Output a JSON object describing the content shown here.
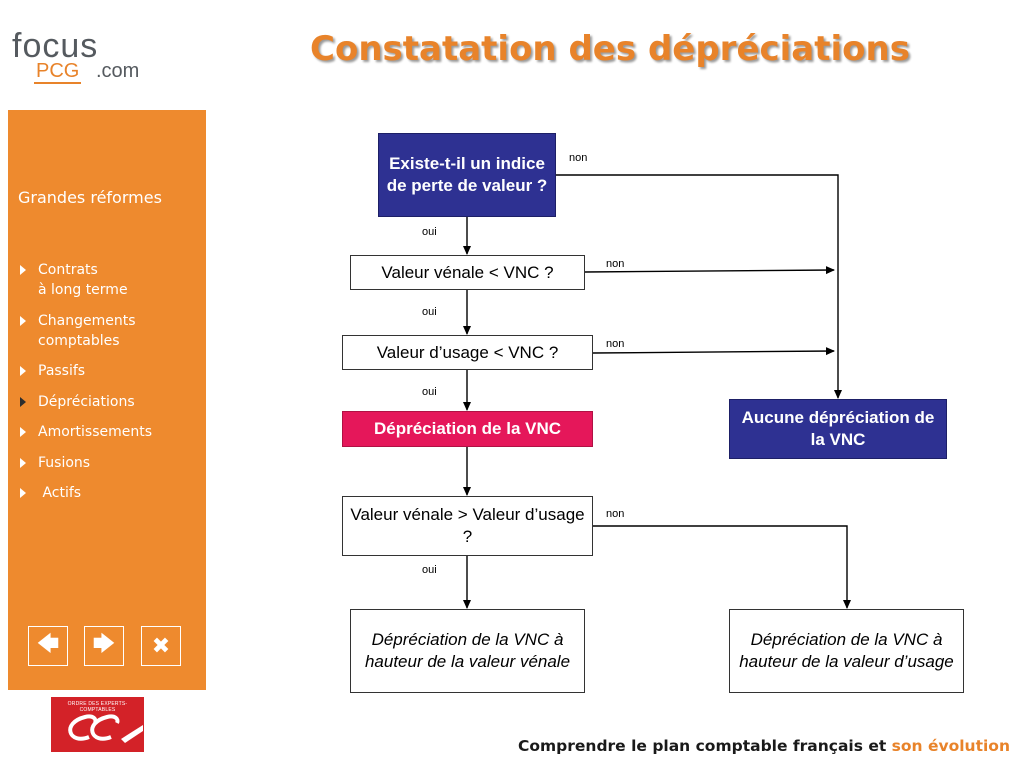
{
  "logo": {
    "brand_focus": "focus",
    "brand_pcg": "PCG",
    "brand_suffix": ".com"
  },
  "header": {
    "title": "Constatation des dépréciations"
  },
  "sidebar": {
    "heading": "Grandes réformes",
    "items": [
      {
        "line1": "Contrats",
        "line2": "à long terme"
      },
      {
        "line1": "Changements",
        "line2": "comptables"
      },
      {
        "line1": "Passifs",
        "line2": ""
      },
      {
        "line1": "Dépréciations",
        "line2": ""
      },
      {
        "line1": "Amortissements",
        "line2": ""
      },
      {
        "line1": "Fusions",
        "line2": ""
      },
      {
        "line1": " Actifs",
        "line2": ""
      }
    ],
    "active_item": "Dépréciations",
    "nav_icons": [
      "arrow-left-icon",
      "arrow-right-icon",
      "close-icon"
    ],
    "nav_glyphs": [
      "🡄",
      "🡆",
      "✖"
    ]
  },
  "badge": {
    "text": "ORDRE DES EXPERTS-COMPTABLES"
  },
  "footer": {
    "text": "Comprendre le plan comptable français et ",
    "accent": "son évolution"
  },
  "flowchart": {
    "q1": "Existe-t-il un indice de perte de valeur ?",
    "q2": "Valeur vénale < VNC ?",
    "q3": "Valeur d’usage < VNC ?",
    "dep": "Dépréciation de la VNC",
    "none": "Aucune dépréciation de la VNC",
    "q4": "Valeur vénale > Valeur d’usage ?",
    "res_venale": "Dépréciation de la VNC à hauteur de la valeur vénale",
    "res_usage": "Dépréciation de la VNC à hauteur de la valeur d’usage",
    "label_oui": "oui",
    "label_non": "non"
  },
  "colors": {
    "orange": "#ee8a2e",
    "navy": "#2e3192",
    "pink": "#e5175a",
    "badge_red": "#d32228"
  }
}
